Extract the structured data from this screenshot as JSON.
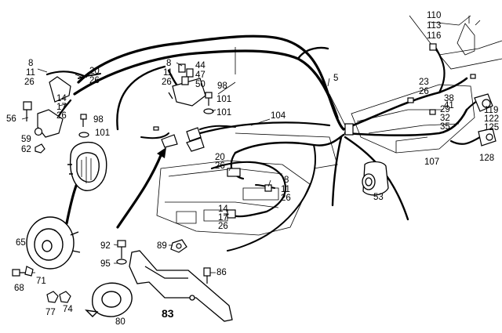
{
  "diagram": {
    "type": "exploded parts diagram - wiring harness, horns and brackets",
    "callouts": [
      {
        "id": "c110",
        "text": "110"
      },
      {
        "id": "c113",
        "text": "113"
      },
      {
        "id": "c116",
        "text": "116"
      },
      {
        "id": "c5",
        "text": "5"
      },
      {
        "id": "c8a",
        "text": "8"
      },
      {
        "id": "c11a",
        "text": "11"
      },
      {
        "id": "c26a",
        "text": "26"
      },
      {
        "id": "c20a",
        "text": "20"
      },
      {
        "id": "c26b",
        "text": "26"
      },
      {
        "id": "c8b",
        "text": "8"
      },
      {
        "id": "c11b",
        "text": "11"
      },
      {
        "id": "c26c",
        "text": "26"
      },
      {
        "id": "c44",
        "text": "44"
      },
      {
        "id": "c47",
        "text": "47"
      },
      {
        "id": "c50",
        "text": "50"
      },
      {
        "id": "c98a",
        "text": "98"
      },
      {
        "id": "c23",
        "text": "23"
      },
      {
        "id": "c26d",
        "text": "26"
      },
      {
        "id": "c14a",
        "text": "14"
      },
      {
        "id": "c17a",
        "text": "17"
      },
      {
        "id": "c26e",
        "text": "26"
      },
      {
        "id": "c56",
        "text": "56"
      },
      {
        "id": "c98b",
        "text": "98"
      },
      {
        "id": "c101a",
        "text": "101"
      },
      {
        "id": "c98c",
        "text": "98"
      },
      {
        "id": "c101b",
        "text": "101"
      },
      {
        "id": "c104",
        "text": "104"
      },
      {
        "id": "c38",
        "text": "38"
      },
      {
        "id": "c41",
        "text": "41"
      },
      {
        "id": "c29",
        "text": "29"
      },
      {
        "id": "c32",
        "text": "32"
      },
      {
        "id": "c35",
        "text": "35"
      },
      {
        "id": "c119",
        "text": "119"
      },
      {
        "id": "c122",
        "text": "122"
      },
      {
        "id": "c125",
        "text": "125"
      },
      {
        "id": "c59",
        "text": "59"
      },
      {
        "id": "c62",
        "text": "62"
      },
      {
        "id": "c101c",
        "text": "101"
      },
      {
        "id": "c107",
        "text": "107"
      },
      {
        "id": "c128",
        "text": "128"
      },
      {
        "id": "c20b",
        "text": "20"
      },
      {
        "id": "c26f",
        "text": "26"
      },
      {
        "id": "c8c",
        "text": "8"
      },
      {
        "id": "c11c",
        "text": "11"
      },
      {
        "id": "c26g",
        "text": "26"
      },
      {
        "id": "c53",
        "text": "53"
      },
      {
        "id": "c14b",
        "text": "14"
      },
      {
        "id": "c17b",
        "text": "17"
      },
      {
        "id": "c26h",
        "text": "26"
      },
      {
        "id": "c65",
        "text": "65"
      },
      {
        "id": "c92",
        "text": "92"
      },
      {
        "id": "c89",
        "text": "89"
      },
      {
        "id": "c95",
        "text": "95"
      },
      {
        "id": "c86",
        "text": "86"
      },
      {
        "id": "c68",
        "text": "68"
      },
      {
        "id": "c71",
        "text": "71"
      },
      {
        "id": "c77",
        "text": "77"
      },
      {
        "id": "c74",
        "text": "74"
      },
      {
        "id": "c80",
        "text": "80"
      },
      {
        "id": "c83",
        "text": "83"
      }
    ]
  }
}
